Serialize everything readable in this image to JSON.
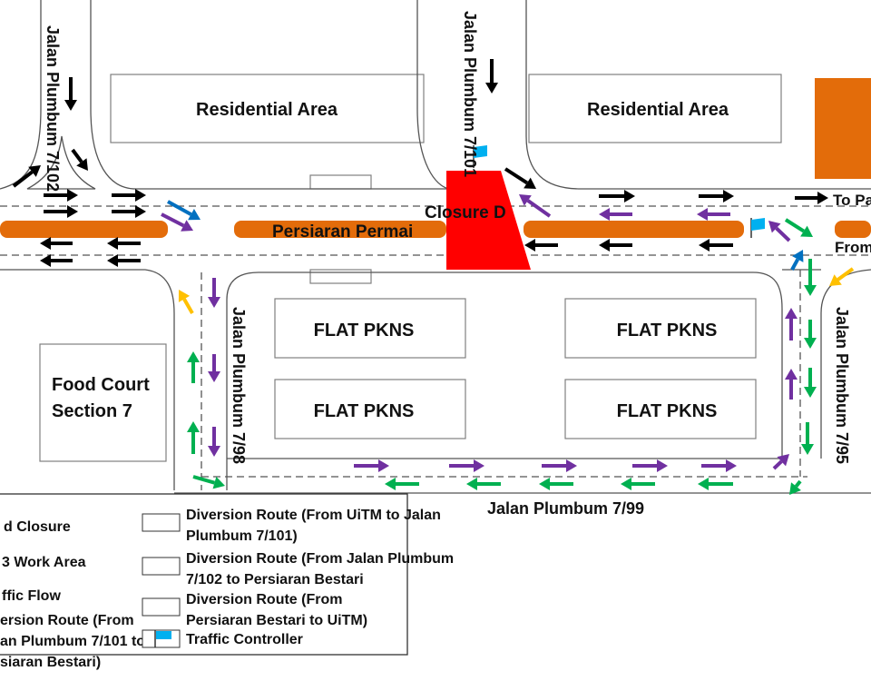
{
  "colors": {
    "closure": "#ff0000",
    "median": "#e36c0a",
    "traffic": "#000000",
    "purple": "#7030a0",
    "blue": "#0070c0",
    "yellow": "#ffc000",
    "green": "#00b050",
    "flag": "#00b0f0"
  },
  "labels": {
    "residential_left": "Residential Area",
    "residential_right": "Residential Area",
    "jalan_7_102": "Jalan Plumbum 7/102",
    "jalan_7_101": "Jalan Plumbum 7/101",
    "persiaran_permai": "Persiaran Permai",
    "closure_d": "Closure D",
    "to_pa": "To Pa",
    "from": "From",
    "flat_1": "FLAT PKNS",
    "flat_2": "FLAT PKNS",
    "flat_3": "FLAT PKNS",
    "flat_4": "FLAT PKNS",
    "food_court_1": "Food Court",
    "food_court_2": "Section 7",
    "jalan_7_98": "Jalan Plumbum 7/98",
    "jalan_7_95": "Jalan Plumbum 7/95",
    "jalan_7_99": "Jalan Plumbum 7/99"
  },
  "legend": {
    "left": [
      "d Closure",
      "3 Work Area",
      "ffic Flow",
      "ersion Route (From",
      "an Plumbum 7/101 to",
      "siaran Bestari)"
    ],
    "purple": [
      "Diversion Route (From UiTM to Jalan",
      "Plumbum 7/101)"
    ],
    "blue": [
      "Diversion Route (From Jalan Plumbum",
      "7/102 to Persiaran Bestari"
    ],
    "yellow": [
      "Diversion Route (From",
      "Persiaran Bestari to UiTM)"
    ],
    "flag": "Traffic Controller"
  }
}
